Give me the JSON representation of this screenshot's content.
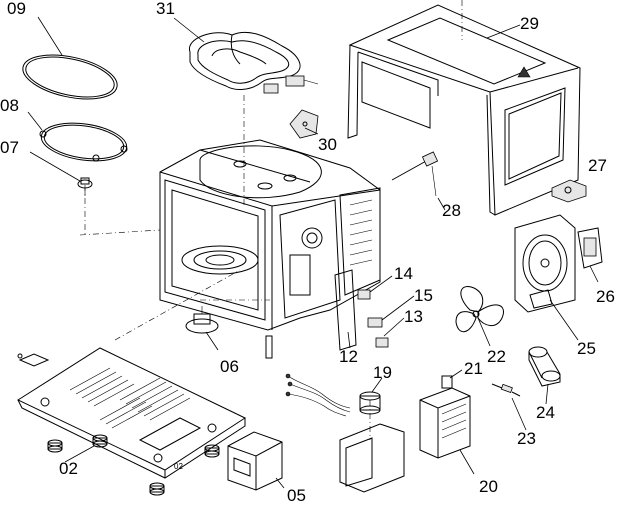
{
  "labels": {
    "p09": "09",
    "p31": "31",
    "p29": "29",
    "p08": "08",
    "p07": "07",
    "p30": "30",
    "p27": "27",
    "p28": "28",
    "p14": "14",
    "p15": "15",
    "p13": "13",
    "p26": "26",
    "p06": "06",
    "p12": "12",
    "p22": "22",
    "p25": "25",
    "p19": "19",
    "p21": "21",
    "p24": "24",
    "p23": "23",
    "p02": "02",
    "p02b": "02",
    "p05": "05",
    "p20": "20"
  }
}
